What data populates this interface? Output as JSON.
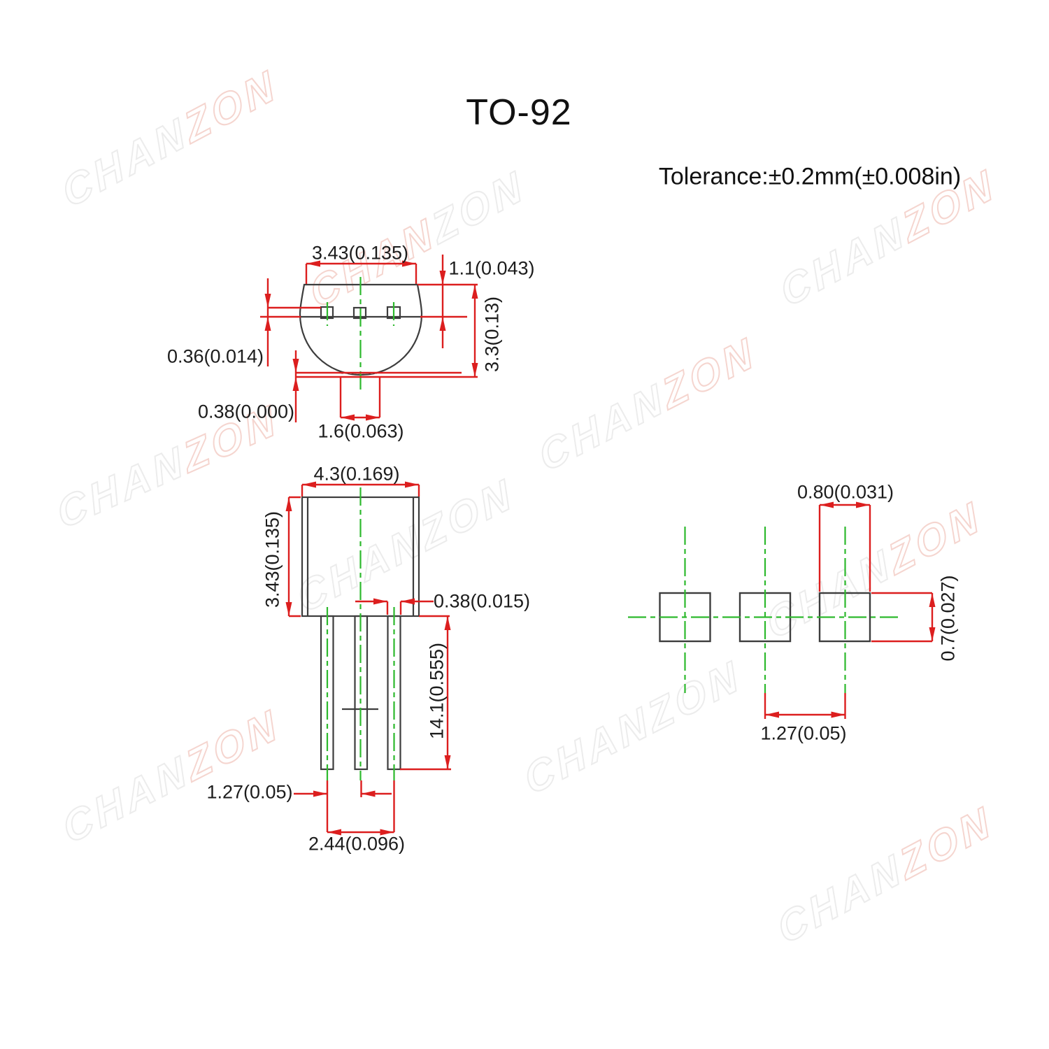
{
  "title": "TO-92",
  "tolerance_note": "Tolerance:±0.2mm(±0.008in)",
  "watermark_text": {
    "part1": "CHAN",
    "part2": "ZON"
  },
  "colors": {
    "dimension_red": "#dc1e1e",
    "centerline_green": "#2db92d",
    "outline_dark": "#3d3d3d",
    "watermark_gray": "#ececec",
    "watermark_pink": "#f5d5cf"
  },
  "top_view": {
    "labels": {
      "body_width": "3.43(0.135)",
      "edge_to_leads": "1.1(0.043)",
      "body_depth": "3.3(0.13)",
      "lead_thickness": "0.36(0.014)",
      "standoff": "0.38(0.000)",
      "tab_width": "1.6(0.063)"
    }
  },
  "front_view": {
    "labels": {
      "body_width": "4.3(0.169)",
      "body_height": "3.43(0.135)",
      "lead_width": "0.38(0.015)",
      "lead_length": "14.1(0.555)",
      "lead_pitch": "1.27(0.05)",
      "lead_span": "2.44(0.096)"
    }
  },
  "section_view": {
    "labels": {
      "lead_width": "0.80(0.031)",
      "lead_thickness": "0.7(0.027)",
      "lead_pitch": "1.27(0.05)"
    }
  }
}
